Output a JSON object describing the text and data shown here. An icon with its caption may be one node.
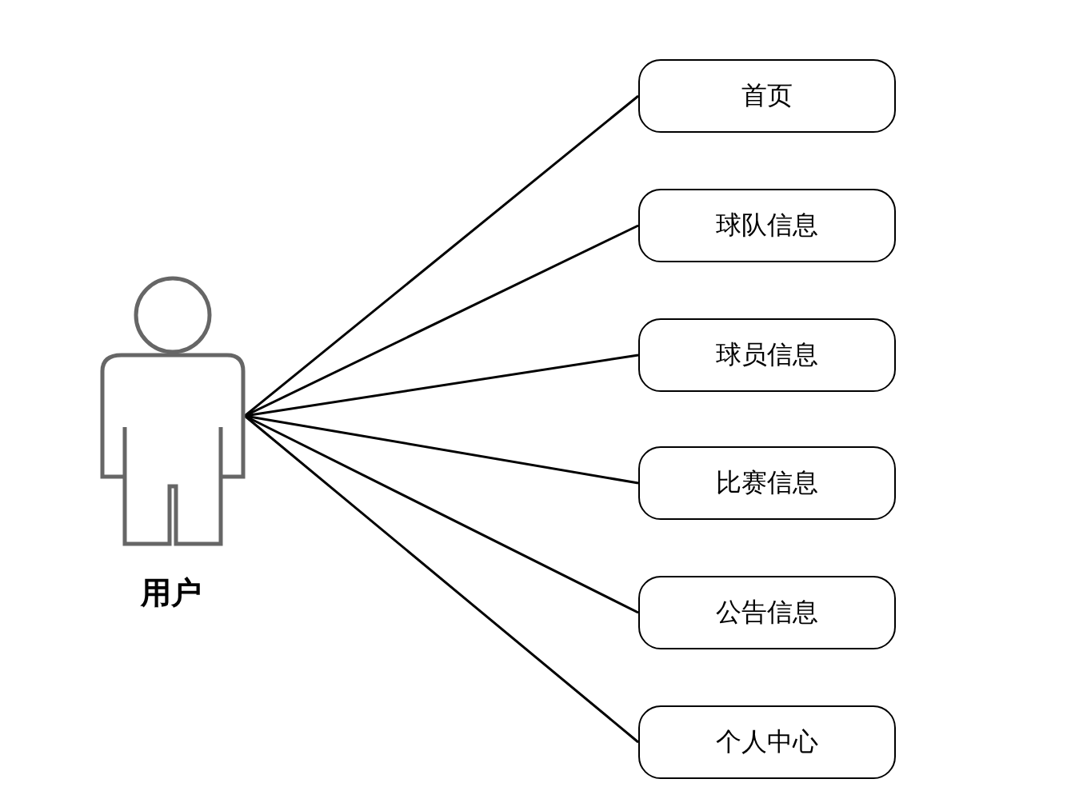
{
  "diagram": {
    "nodes": [
      {
        "text": [],
        "shape": "person",
        "beside": [
          "用户"
        ]
      },
      {
        "text": [
          "首页"
        ]
      },
      {
        "text": [
          "球队信息"
        ]
      },
      {
        "text": [
          "球员信息"
        ]
      },
      {
        "text": [
          "比赛信息"
        ]
      },
      {
        "text": [
          "公告信息"
        ]
      },
      {
        "text": [
          "个人中心"
        ]
      }
    ],
    "edges": [
      {
        "from": 0,
        "to": 1,
        "arrow": "none"
      },
      {
        "from": 0,
        "to": 2,
        "arrow": "none"
      },
      {
        "from": 0,
        "to": 3,
        "arrow": "none"
      },
      {
        "from": 0,
        "to": 4,
        "arrow": "none"
      },
      {
        "from": 0,
        "to": 5,
        "arrow": "none"
      },
      {
        "from": 0,
        "to": 6,
        "arrow": "none"
      }
    ]
  }
}
